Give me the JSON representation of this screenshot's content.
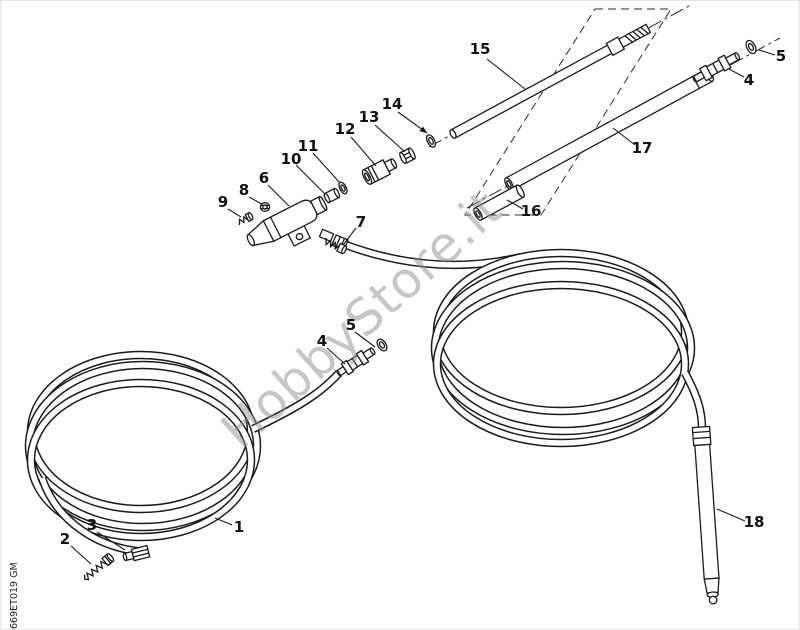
{
  "document": {
    "type": "exploded-parts-diagram",
    "background": "#ffffff"
  },
  "colors": {
    "line": "#1b1b1b",
    "watermark": "#8f8f8f"
  },
  "watermark": {
    "text": "HobbyStore.it"
  },
  "plate_code": {
    "text": "669ET019 GM"
  },
  "callouts": [
    {
      "label": "15"
    },
    {
      "label": "5"
    },
    {
      "label": "4"
    },
    {
      "label": "14"
    },
    {
      "label": "13"
    },
    {
      "label": "12"
    },
    {
      "label": "17"
    },
    {
      "label": "11"
    },
    {
      "label": "10"
    },
    {
      "label": "16"
    },
    {
      "label": "6"
    },
    {
      "label": "8"
    },
    {
      "label": "9"
    },
    {
      "label": "7"
    },
    {
      "label": "5"
    },
    {
      "label": "4"
    },
    {
      "label": "1"
    },
    {
      "label": "3"
    },
    {
      "label": "2"
    },
    {
      "label": "18"
    }
  ]
}
